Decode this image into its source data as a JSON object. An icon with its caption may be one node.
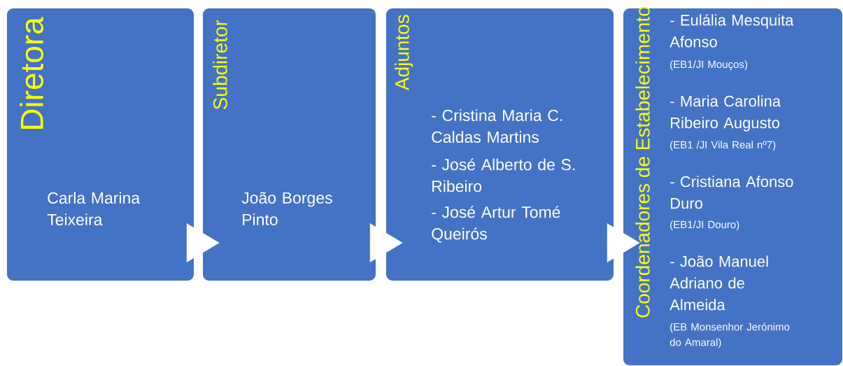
{
  "diagram": {
    "nodes": [
      {
        "text": [
          "Diretora",
          "Carla Marina Teixeira"
        ]
      },
      {
        "text": [
          "Subdiretor",
          "João Borges Pinto"
        ]
      },
      {
        "text": [
          "Adjuntos",
          "- Cristina Maria C. Caldas Martins",
          "- José Alberto de S. Ribeiro",
          "- José Artur Tomé Queirós"
        ]
      },
      {
        "text": [
          "Coordenadores de Estabelecimento",
          "- Eulália Mesquita Afonso",
          "(EB1/JI Mouços)",
          "- Maria Carolina Ribeiro Augusto",
          "(EB1 /JI Vila Real nº7)",
          "- Cristiana Afonso Duro",
          "(EB1/JI Douro)",
          "- João Manuel Adriano de Almeida",
          "(EB Monsenhor Jerónimo do Amaral)"
        ]
      }
    ],
    "edges": [
      {
        "from": 0,
        "to": 1,
        "arrow": "to"
      },
      {
        "from": 1,
        "to": 2,
        "arrow": "to"
      },
      {
        "from": 2,
        "to": 3,
        "arrow": "to"
      }
    ]
  }
}
